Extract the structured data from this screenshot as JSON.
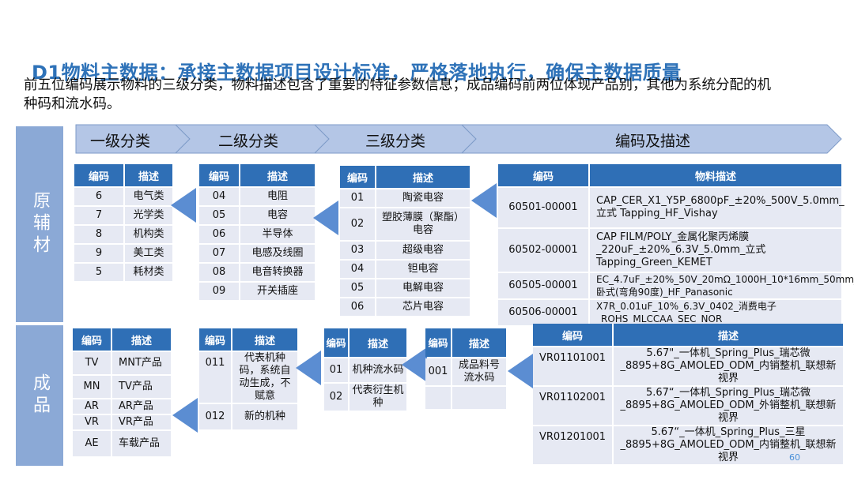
{
  "title": "D1物料主数据：承接主数据项目设计标准，严格落地执行，确保主数据质量",
  "subtitle": "前五位编码展示物料的三级分类，物料描述包含了重要的特征参数信息；成品编码前两位体现产品别，其他为系统分配的机种码和流水码。",
  "sections": {
    "raw": "原辅材",
    "finished": "成品"
  },
  "chevrons": [
    "一级分类",
    "二级分类",
    "三级分类",
    "编码及描述"
  ],
  "headers": {
    "code": "编码",
    "desc": "描述",
    "material_desc": "物料描述"
  },
  "raw": {
    "level1": [
      {
        "code": "6",
        "desc": "电气类"
      },
      {
        "code": "7",
        "desc": "光学类"
      },
      {
        "code": "8",
        "desc": "机构类"
      },
      {
        "code": "9",
        "desc": "美工类"
      },
      {
        "code": "5",
        "desc": "耗材类"
      }
    ],
    "level2": [
      {
        "code": "04",
        "desc": "电阻"
      },
      {
        "code": "05",
        "desc": "电容"
      },
      {
        "code": "06",
        "desc": "半导体"
      },
      {
        "code": "07",
        "desc": "电感及线圈"
      },
      {
        "code": "08",
        "desc": "电音转换器"
      },
      {
        "code": "09",
        "desc": "开关插座"
      }
    ],
    "level3": [
      {
        "code": "01",
        "desc": "陶瓷电容"
      },
      {
        "code": "02",
        "desc": "塑胶薄膜（聚酯）电容"
      },
      {
        "code": "03",
        "desc": "超级电容"
      },
      {
        "code": "04",
        "desc": "钽电容"
      },
      {
        "code": "05",
        "desc": "电解电容"
      },
      {
        "code": "06",
        "desc": "芯片电容"
      }
    ],
    "items": [
      {
        "code": "60501-00001",
        "desc": "CAP_CER_X1_Y5P_6800pF_±20%_500V_5.0mm_立式 Tapping_HF_Vishay"
      },
      {
        "code": "60502-00001",
        "desc": "CAP FILM/POLY_金属化聚丙烯膜_220uF_±20%_6.3V_5.0mm_立式 Tapping_Green_KEMET"
      },
      {
        "code": "60505-00001",
        "desc": "EC_4.7uF_±20%_50V_20mΩ_1000H_10*16mm_50mm_卧式(弯角90度)_HF_Panasonic"
      },
      {
        "code": "60506-00001",
        "desc": "X7R_0.01uF_10%_6.3V_0402_消费电子_ROHS_MLCCAA_SEC_NOR"
      }
    ]
  },
  "finished": {
    "level1": [
      {
        "code": "TV",
        "desc": "MNT产品"
      },
      {
        "code": "MN",
        "desc": "TV产品"
      },
      {
        "code": "AR",
        "desc": "AR产品"
      },
      {
        "code": "VR",
        "desc": "VR产品"
      },
      {
        "code": "AE",
        "desc": "车载产品"
      }
    ],
    "level2": [
      {
        "code": "011",
        "desc": "代表机种码，系统自动生成，不赋意"
      },
      {
        "code": "012",
        "desc": "新的机种"
      }
    ],
    "level3a": [
      {
        "code": "01",
        "desc": "机种流水码"
      },
      {
        "code": "02",
        "desc": "代表衍生机种"
      }
    ],
    "level3b": [
      {
        "code": "001",
        "desc": "成品料号流水码"
      }
    ],
    "items": [
      {
        "code": "VR01101001",
        "desc": "5.67\"_一体机_Spring_Plus_瑞芯微_8895+8G_AMOLED_ODM_内销整机_联想新视界"
      },
      {
        "code": "VR01102001",
        "desc": "5.67“_一体机_Spring_Plus_瑞芯微_8895+8G_AMOLED_ODM_外销整机_联想新视界"
      },
      {
        "code": "VR01201001",
        "desc": "5.67“_一体机_Spring_Plus_三星_8895+8G_AMOLED_ODM_内销整机_联想新视界"
      }
    ]
  },
  "page_number": "60",
  "colors": {
    "title": "#2E72B8",
    "header": "#2F6FB6",
    "cell": "#E6E9F3",
    "sidebar": "#8BA9D6",
    "arrow": "#5B8DD2",
    "chevron": "#B4C6E6"
  }
}
